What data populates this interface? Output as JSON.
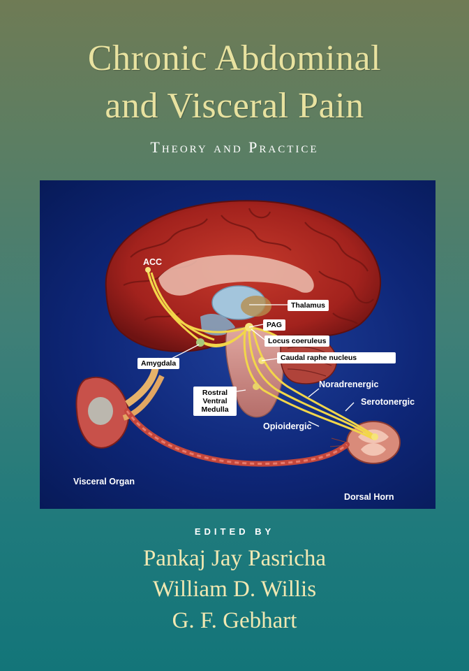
{
  "cover": {
    "title_line1": "Chronic Abdominal",
    "title_line2": "and Visceral Pain",
    "subtitle": "Theory and Practice",
    "edited_by": "EDITED BY",
    "editors": [
      "Pankaj Jay Pasricha",
      "William D. Willis",
      "G. F. Gebhart"
    ]
  },
  "illustration": {
    "labels": {
      "acc": "ACC",
      "thalamus": "Thalamus",
      "pag": "PAG",
      "locus": "Locus coeruleus",
      "amygdala": "Amygdala",
      "caudal": "Caudal raphe nucleus",
      "rostral": "Rostral Ventral Medulla",
      "noradrenergic": "Noradrenergic",
      "serotonergic": "Serotonergic",
      "opioidergic": "Opioidergic",
      "visceral_organ": "Visceral Organ",
      "dorsal_horn": "Dorsal Horn"
    }
  },
  "colors": {
    "title": "#e8e2a0",
    "editor": "#f1e8b2",
    "pathway": "#f2d64a",
    "brain": "#a8201e",
    "background_art": "#0e2677"
  }
}
